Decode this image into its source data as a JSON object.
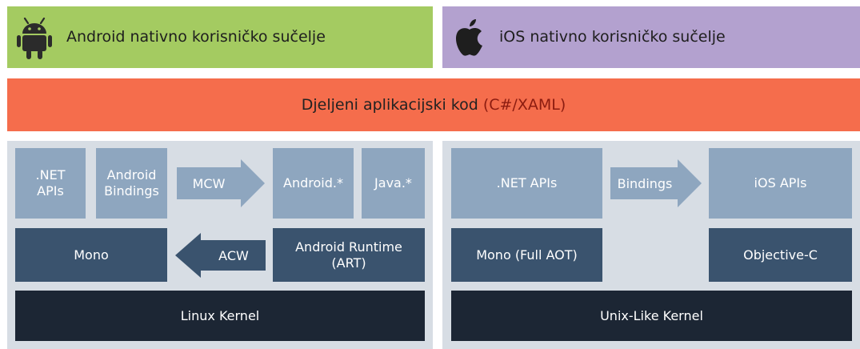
{
  "top": {
    "android_label": "Android nativno korisničko sučelje",
    "ios_label": "iOS nativno korisničko sučelje",
    "shared_prefix": "Djeljeni aplikacijski kod ",
    "shared_highlight": "(C#/XAML)"
  },
  "android": {
    "net_apis": ".NET\nAPIs",
    "android_bindings": "Android\nBindings",
    "mcw": "MCW",
    "android_star": "Android.*",
    "java_star": "Java.*",
    "mono": "Mono",
    "acw": "ACW",
    "art": "Android Runtime\n(ART)",
    "kernel": "Linux Kernel"
  },
  "ios": {
    "net_apis": ".NET APIs",
    "bindings": "Bindings",
    "ios_apis": "iOS APIs",
    "mono": "Mono (Full AOT)",
    "objc": "Objective-C",
    "kernel": "Unix-Like Kernel"
  },
  "colors": {
    "android_green": "#a4cb61",
    "ios_purple": "#b3a1cf",
    "shared_orange": "#f56d4c",
    "panel_bg": "#d7dde4",
    "box_light": "#8ea6bf",
    "box_mid": "#3a536e",
    "box_dark": "#1c2634"
  },
  "icons": {
    "android": "android-robot-icon",
    "ios": "apple-logo-icon"
  }
}
